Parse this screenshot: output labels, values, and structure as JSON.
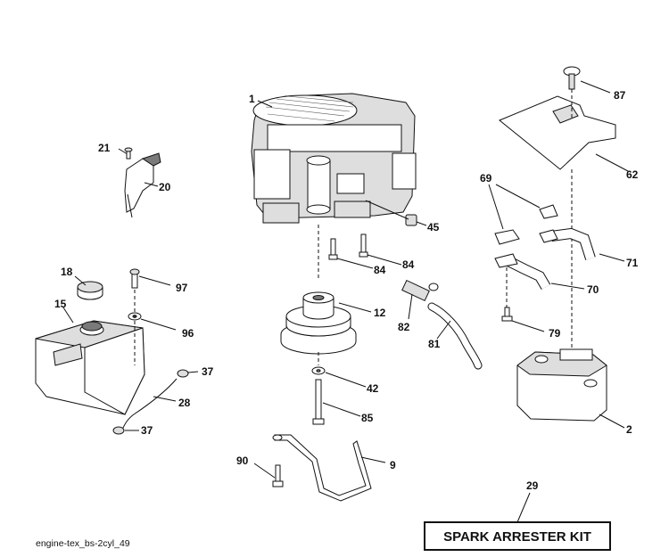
{
  "callouts": {
    "c1": "1",
    "c2": "2",
    "c9": "9",
    "c12": "12",
    "c15": "15",
    "c18": "18",
    "c20": "20",
    "c21": "21",
    "c28": "28",
    "c29": "29",
    "c37a": "37",
    "c37b": "37",
    "c42": "42",
    "c45": "45",
    "c62": "62",
    "c69": "69",
    "c70": "70",
    "c71": "71",
    "c79": "79",
    "c81": "81",
    "c82": "82",
    "c84a": "84",
    "c84b": "84",
    "c85": "85",
    "c87": "87",
    "c90": "90",
    "c96": "96",
    "c97": "97"
  },
  "kit_label": "SPARK ARRESTER KIT",
  "caption": "engine-tex_bs-2cyl_49"
}
